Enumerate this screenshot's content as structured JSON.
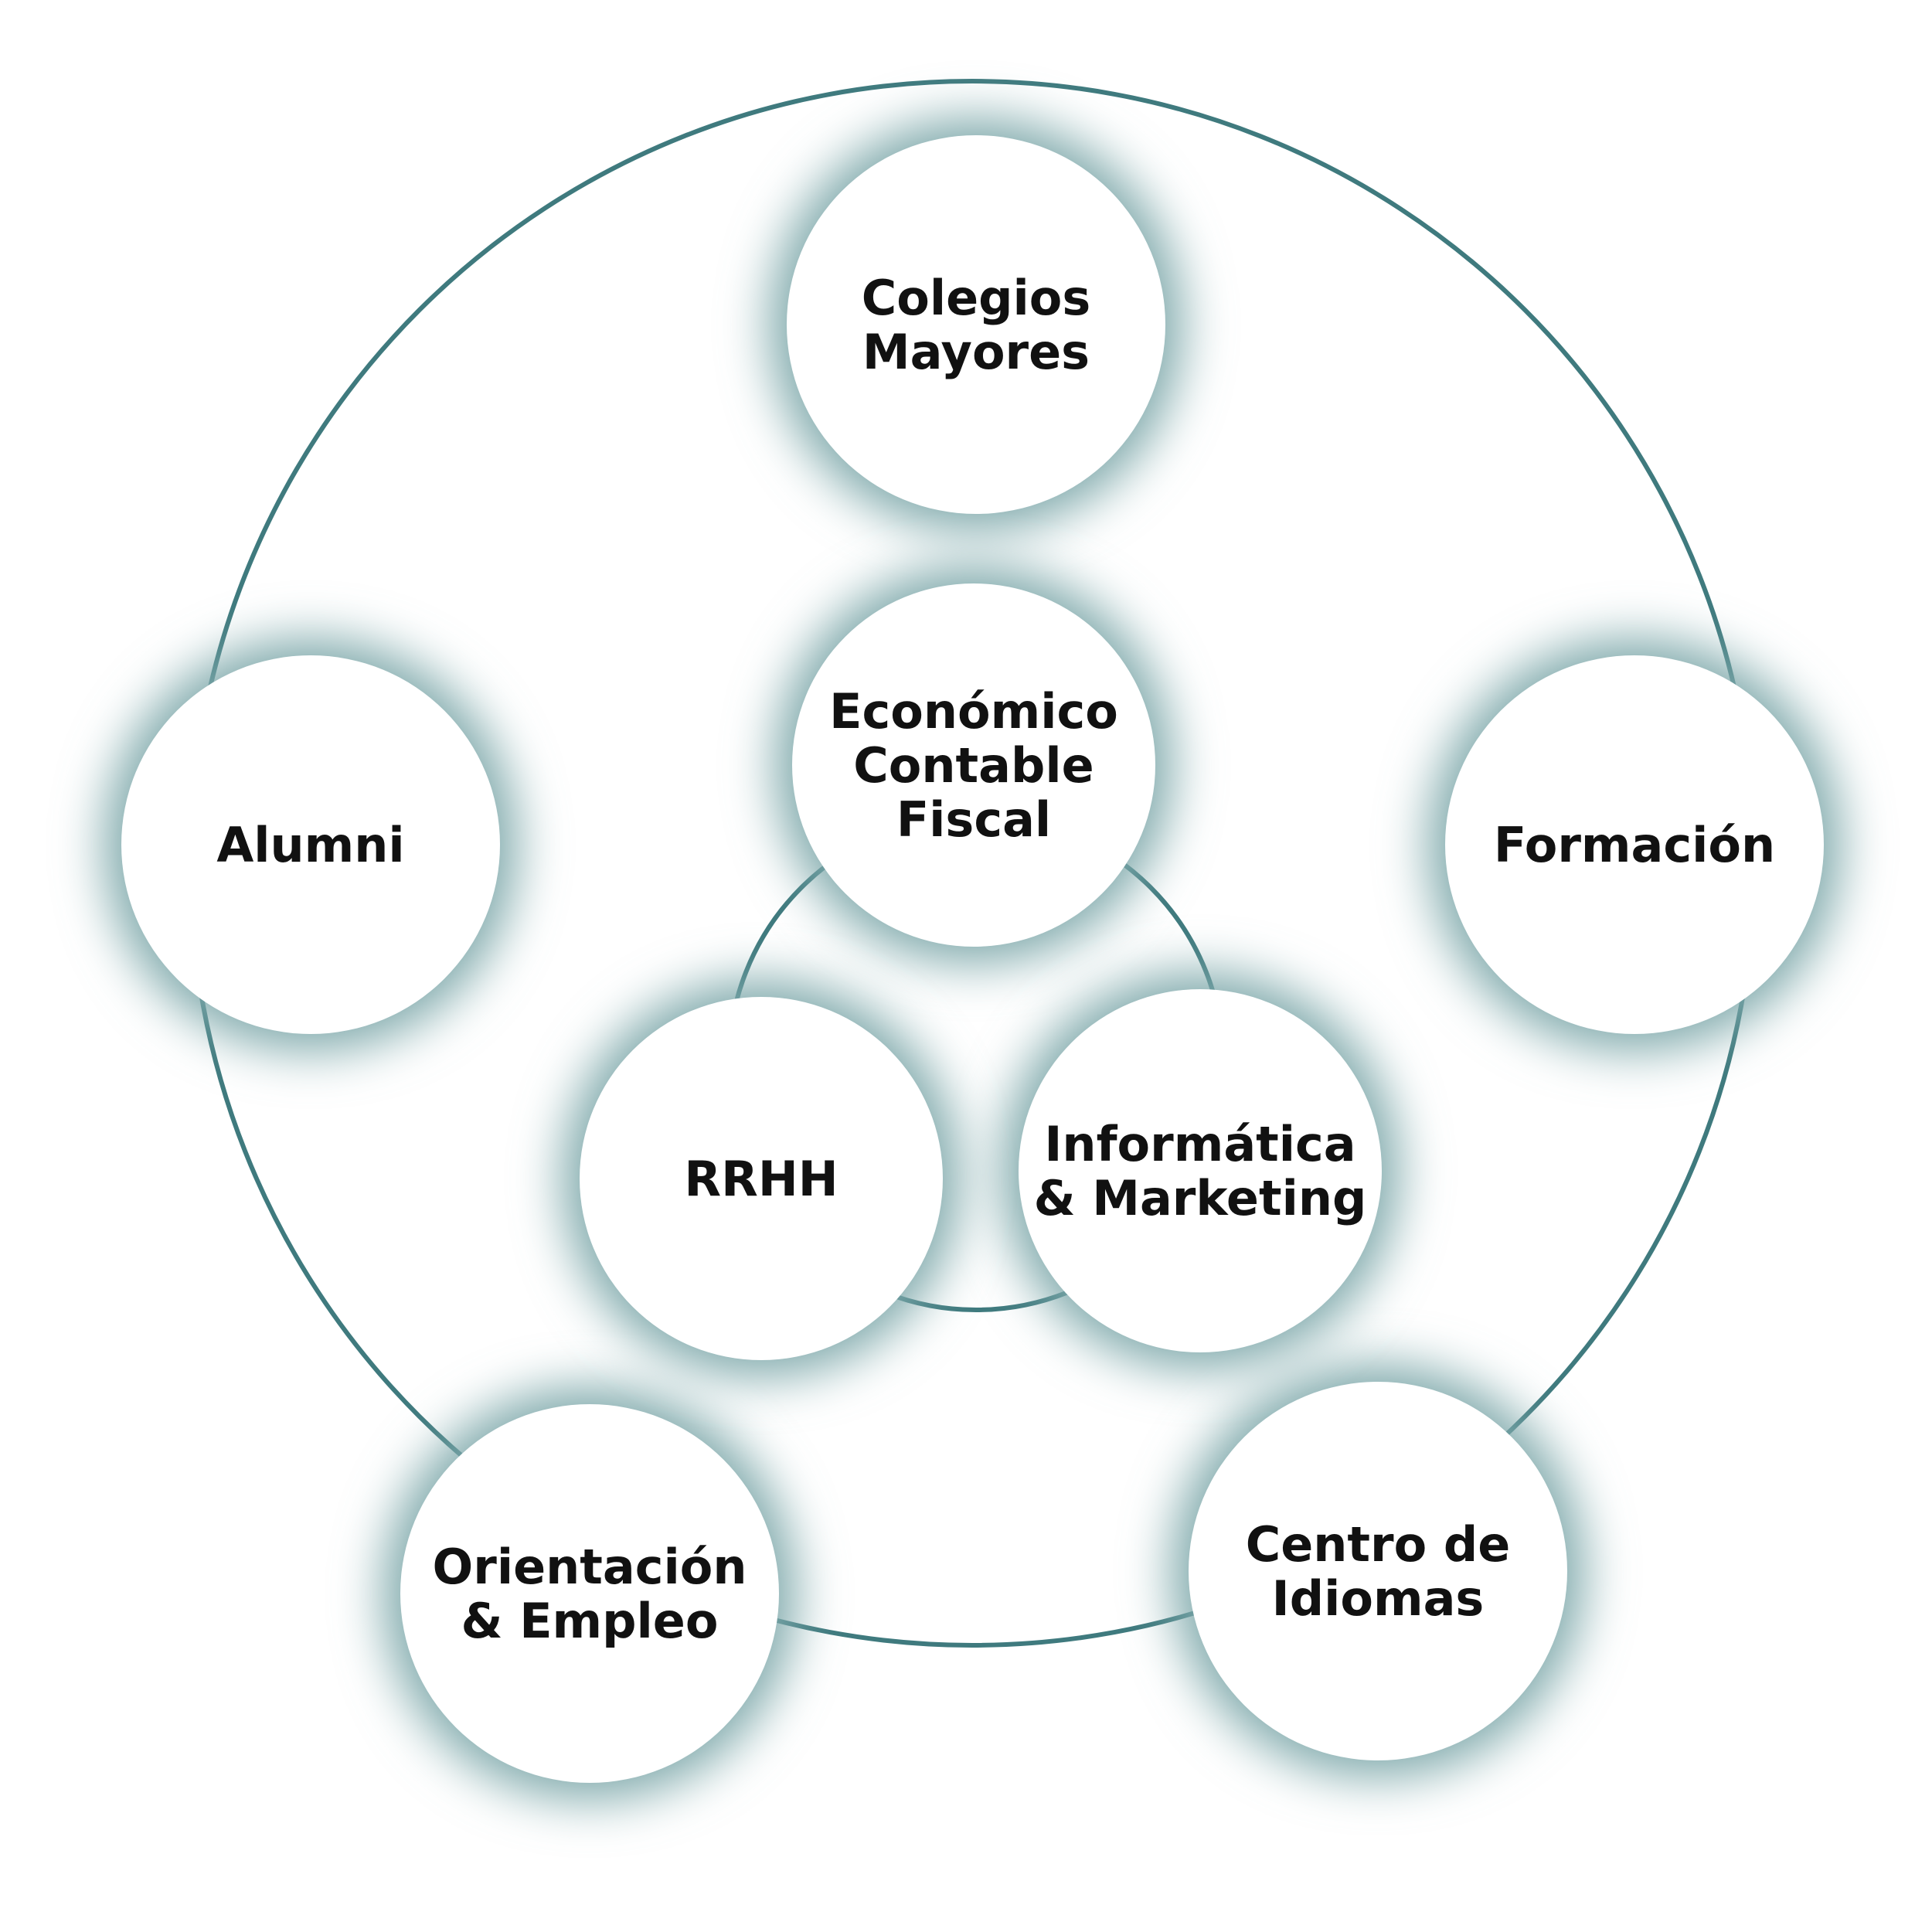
{
  "diagram": {
    "outer_nodes": [
      {
        "id": "colegios-mayores",
        "lines": [
          "Colegios",
          "Mayores"
        ]
      },
      {
        "id": "formacion",
        "lines": [
          "Formación"
        ]
      },
      {
        "id": "centro-de-idiomas",
        "lines": [
          "Centro de",
          "Idiomas"
        ]
      },
      {
        "id": "orientacion-empleo",
        "lines": [
          "Orientación",
          "& Empleo"
        ]
      },
      {
        "id": "alumni",
        "lines": [
          "Alumni"
        ]
      }
    ],
    "inner_nodes": [
      {
        "id": "economico-contable-fiscal",
        "lines": [
          "Económico",
          "Contable",
          "Fiscal"
        ]
      },
      {
        "id": "informatica-marketing",
        "lines": [
          "Informática",
          "& Marketing"
        ]
      },
      {
        "id": "rrhh",
        "lines": [
          "RRHH"
        ]
      }
    ],
    "colors": {
      "ring": "#3f7a7e",
      "halo": "#7fa9ab",
      "node_fill": "#ffffff",
      "text": "#111111"
    }
  }
}
